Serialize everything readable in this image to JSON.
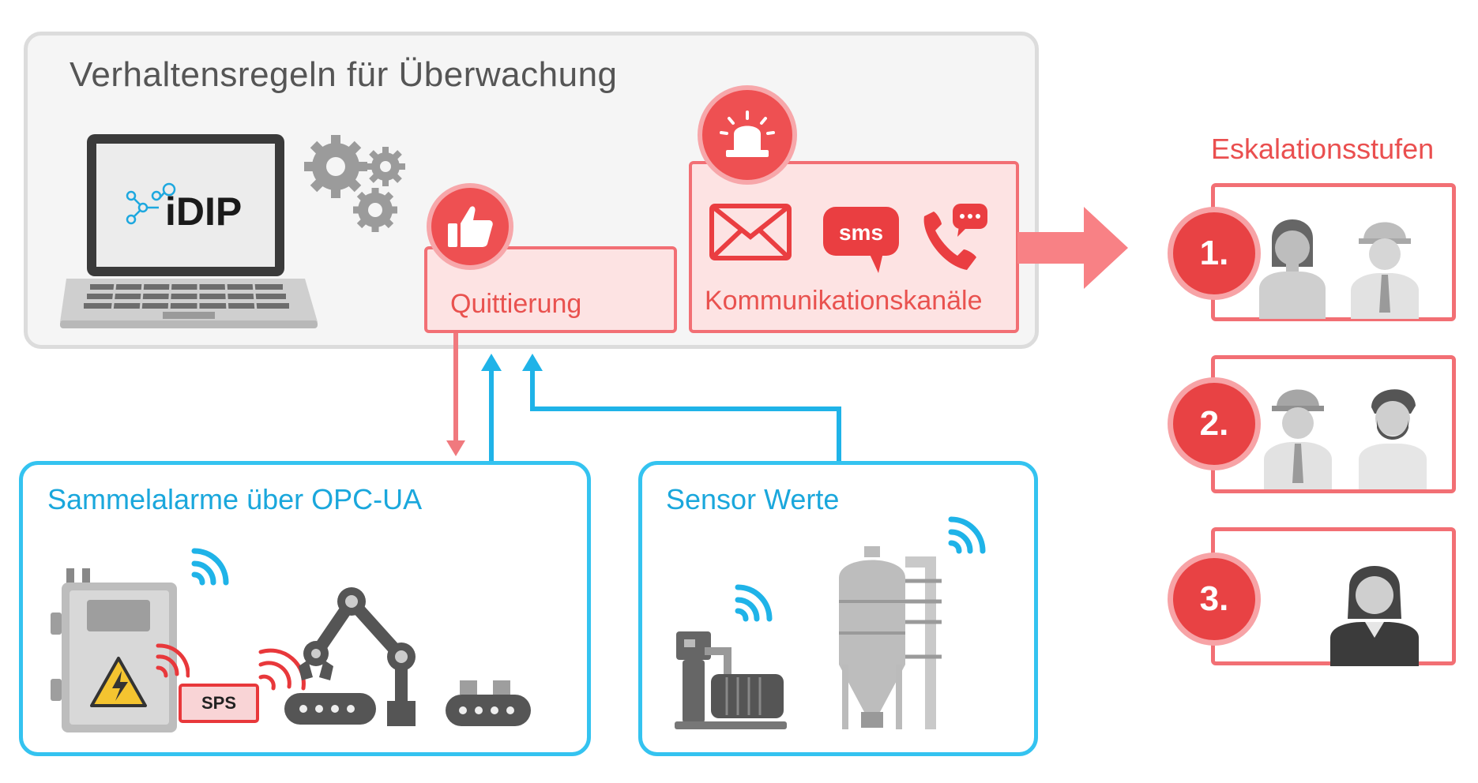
{
  "monitoring": {
    "title": "Verhaltensregeln für Überwachung",
    "logo_text": "iDIP"
  },
  "quittierung": {
    "label": "Quittierung"
  },
  "kanaele": {
    "label": "Kommunikationskanäle",
    "sms_text": "sms"
  },
  "escalation": {
    "title": "Eskalationsstufen",
    "levels": [
      {
        "label": "1."
      },
      {
        "label": "2."
      },
      {
        "label": "3."
      }
    ]
  },
  "sammelalarme": {
    "label": "Sammelalarme über OPC-UA",
    "sps_label": "SPS"
  },
  "sensor": {
    "label": "Sensor Werte"
  },
  "colors": {
    "pink": "#f26f74",
    "red": "#e84244",
    "blue": "#34c3f0",
    "gray": "#9e9e9e"
  },
  "icons": [
    "laptop-icon",
    "gears-icon",
    "thumbs-up-icon",
    "alarm-light-icon",
    "envelope-icon",
    "sms-bubble-icon",
    "phone-chat-icon",
    "arrow-right-icon",
    "person-icon",
    "worker-icon",
    "wifi-icon",
    "control-cabinet-icon",
    "robot-arm-icon",
    "conveyor-icon",
    "pump-icon",
    "tank-icon"
  ]
}
